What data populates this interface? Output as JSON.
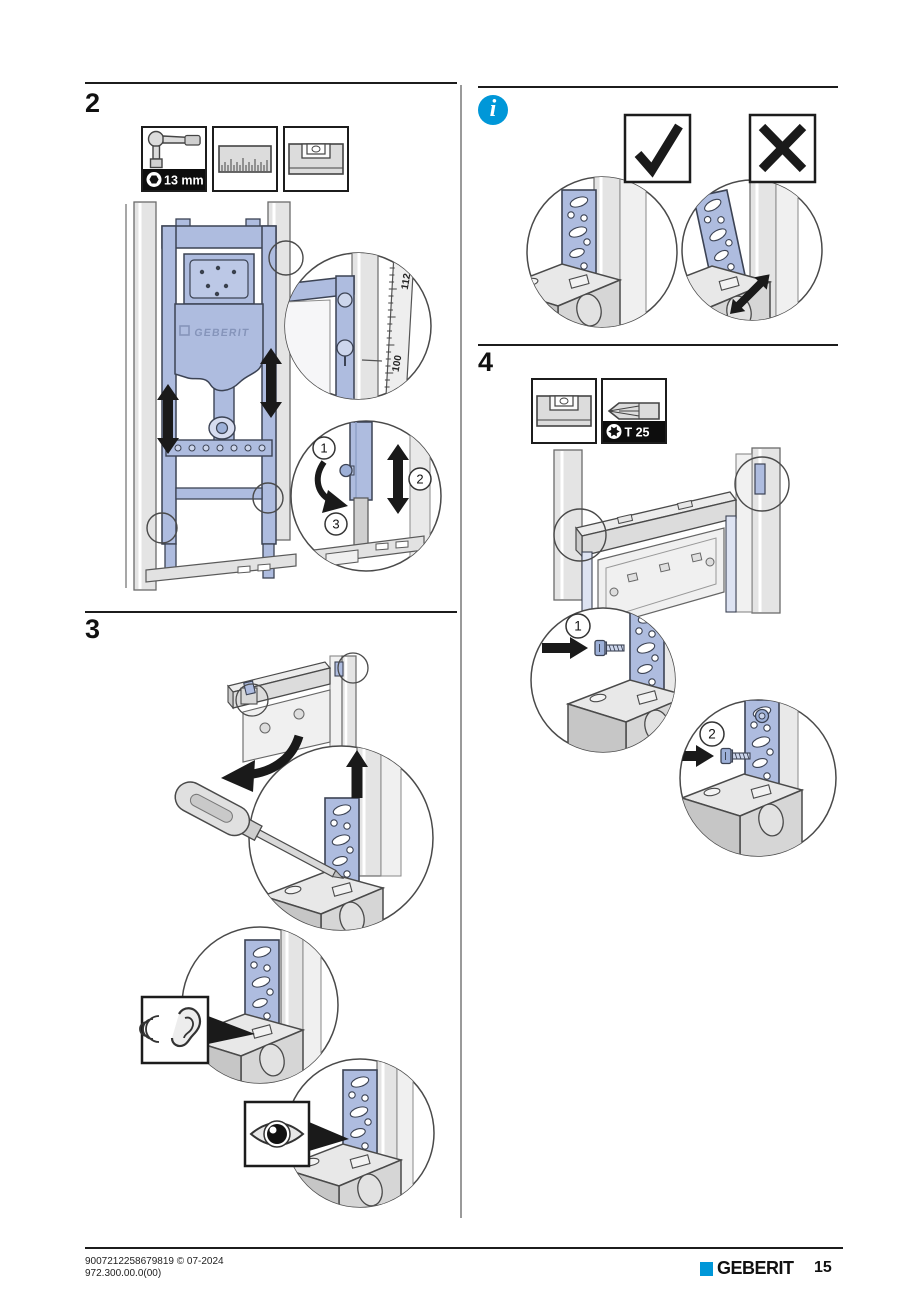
{
  "colors": {
    "accent_blue": "#0097d8",
    "part_blue": "#aebcdf",
    "outline_dark": "#3c4354",
    "arrow_black": "#1a1a1a"
  },
  "steps": {
    "two": {
      "label": "2",
      "tool_socket_label": "13 mm",
      "cistern_brand": "GEBERIT",
      "detail_scale": {
        "top": "112",
        "bottom": "100"
      },
      "callouts": {
        "c1": "1",
        "c2": "2",
        "c3": "3"
      }
    },
    "info": {
      "glyph": "i"
    },
    "three": {
      "label": "3"
    },
    "four": {
      "label": "4",
      "tool_torx_label": "T 25",
      "callouts": {
        "c1": "1",
        "c2": "2"
      }
    }
  },
  "footer": {
    "doc_number": "9007212258679819 © 07-2024",
    "article_code": "972.300.00.0(00)",
    "brand": "GEBERIT",
    "page_number": "15"
  }
}
